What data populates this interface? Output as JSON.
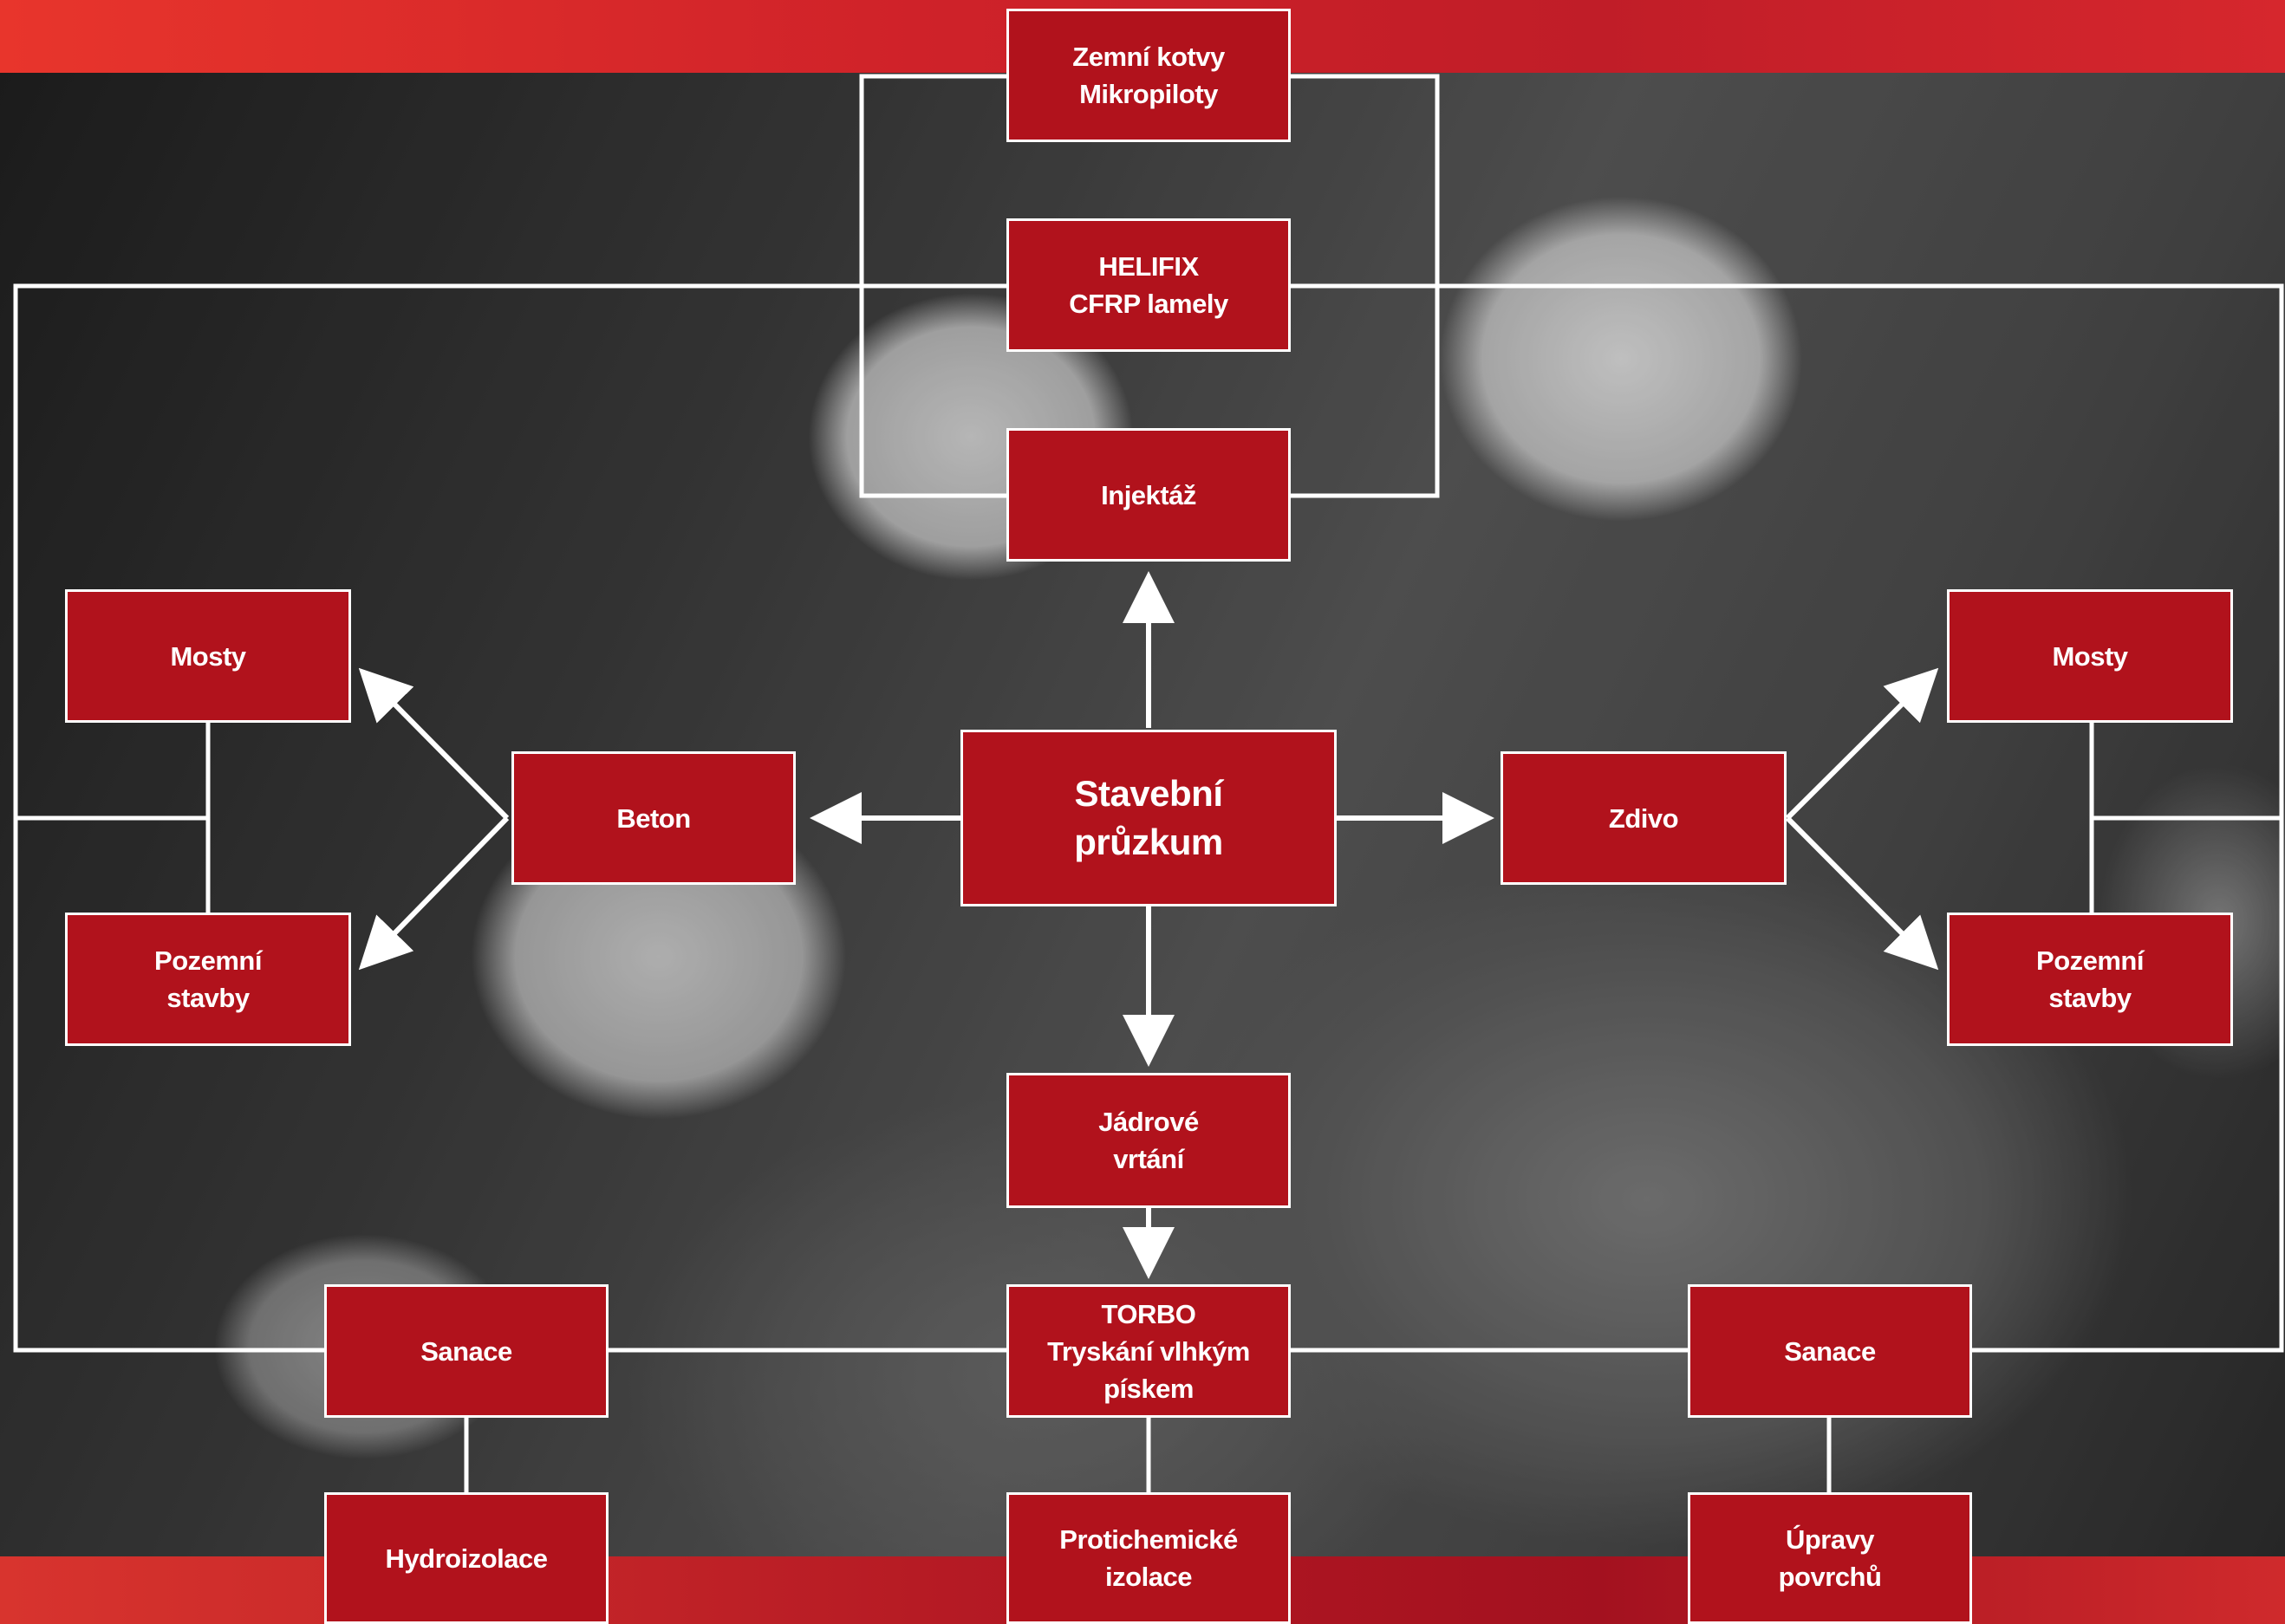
{
  "colors": {
    "box_fill": "#b1121c",
    "box_border": "#ffffff",
    "connector": "#ffffff",
    "band_red": "#d2242b"
  },
  "background": {
    "description_icon": "construction-workers-photo"
  },
  "nodes": {
    "center": "Stavební\nprůzkum",
    "beton": "Beton",
    "zdivo": "Zdivo",
    "injektaz": "Injektáž",
    "helifix": "HELIFIX\nCFRP lamely",
    "zemni_kotvy": "Zemní kotvy\nMikropiloty",
    "mosty_left": "Mosty",
    "pozemni_left": "Pozemní\nstavby",
    "mosty_right": "Mosty",
    "pozemni_right": "Pozemní\nstavby",
    "jadrove": "Jádrové\nvrtání",
    "torbo": "TORBO\nTryskání vlhkým\npískem",
    "sanace_left": "Sanace",
    "sanace_right": "Sanace",
    "hydroizolace": "Hydroizolace",
    "protichemicke": "Protichemické\nizolace",
    "upravy": "Úpravy\npovrchů"
  }
}
